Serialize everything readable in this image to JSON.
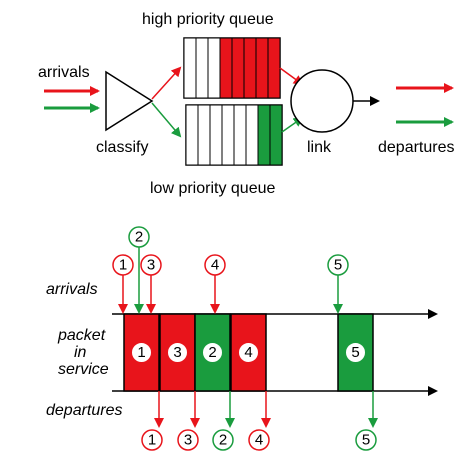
{
  "top": {
    "high_label": "high priority queue",
    "low_label": "low priority queue",
    "arrivals_label": "arrivals",
    "classify_label": "classify",
    "link_label": "link",
    "departures_label": "departures"
  },
  "timeline": {
    "arrivals_label": "arrivals",
    "service_label_lines": [
      "packet",
      "in",
      "service"
    ],
    "departures_label": "departures"
  },
  "colors": {
    "high": "#e8141b",
    "low": "#1a9c3e",
    "line": "#000000"
  },
  "packets": [
    {
      "id": "1",
      "priority": "high"
    },
    {
      "id": "2",
      "priority": "low"
    },
    {
      "id": "3",
      "priority": "high"
    },
    {
      "id": "4",
      "priority": "high"
    },
    {
      "id": "5",
      "priority": "low"
    }
  ],
  "service_order": [
    "1",
    "3",
    "2",
    "4",
    "5"
  ]
}
